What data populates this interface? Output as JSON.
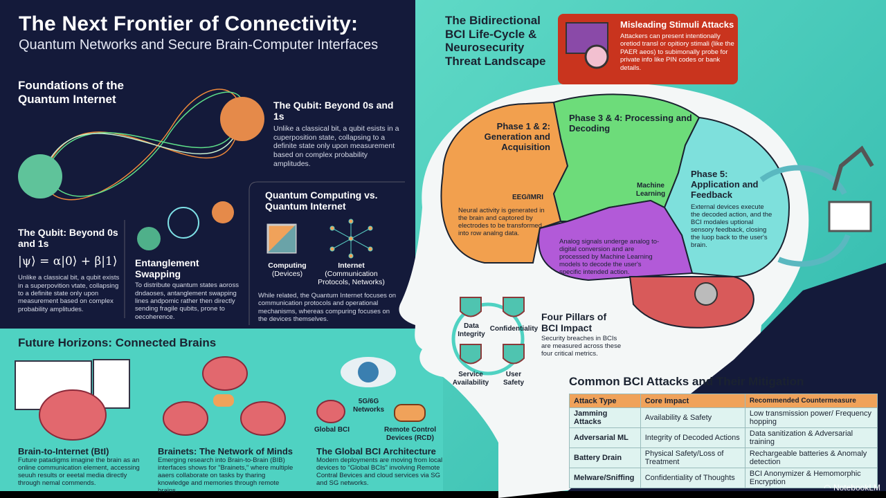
{
  "header": {
    "title": "The Next Frontier of Connectivity:",
    "subtitle": "Quantum Networks and Secure Brain-Computer Interfaces"
  },
  "foundations": {
    "title": "Foundations of the Quantum Internet"
  },
  "qubit_top": {
    "title": "The Qubit: Beyond 0s and 1s",
    "text": "Unlike a classical bit, a qubit esists in a cuperposition state, collapsing to a definite state only upon measurement based on complex probability amplitudes."
  },
  "qubit_left": {
    "title": "The Qubit: Beyond 0s and 1s",
    "formula": "|ψ⟩ = α|0⟩ + β|1⟩",
    "text": "Unlike a classical bit, a qubit exists in a superpovition vtate, collapsing to a definite state only upon measurement based on complex probability amplitudes."
  },
  "swapping": {
    "title": "Entanglement Swapping",
    "text": "To distribute quantum states aoross dndaoses, antanglement swapping lines andpomic rather then directly sending fragile qubits, prone to oecoherence."
  },
  "versus": {
    "title": "Quantum Computing vs. Quantum Internet",
    "computing_label": "Computing",
    "computing_sub": "(Devices)",
    "internet_label": "Internet",
    "internet_sub": "(Communication Protocols, Networks)",
    "text": "While related, the Quantum Internet focuses on communication protocols and operational mechanisms, whereas compuring focuses on the devices themselves."
  },
  "future": {
    "title": "Future Horizons: Connected Brains",
    "bti": {
      "title": "Brain-to-Internet (BtI)",
      "text": "Future patadigms imagine the brain as an online communication element, accessing seuuh results or eeetal media directly through nemal commends."
    },
    "brainets": {
      "title": "Brainets: The Network of Minds",
      "text": "Emerging research into Brain-to-Brain (BIB) interfaces shows for \"Brainets,\" where multiple aaers collaborate on tasks by tharing knowledge and memories through remote brains."
    },
    "global": {
      "title": "The Global BCI Architecture",
      "text": "Modern deployments are moving from local devices to \"Global BCIs\" involving Remote Contral Bevices and cloud services via SG and SG networks.",
      "network_label": "5G/6G Networks",
      "bci_label": "Global BCI",
      "rcd_label": "Remote Control Devices (RCD)"
    }
  },
  "bci": {
    "title": "The Bidirectional BCI Life-Cycle & Neurosecurity Threat Landscape"
  },
  "stimuli": {
    "title": "Misleading Stimuli Attacks",
    "text": "Attackers can present intentionally oretiod transl or opitiory stimali (like the PAER aeos) to subimonally probe for private info like PIN codes or bank details."
  },
  "phases": {
    "p12": {
      "title": "Phase 1 & 2: Generation and Acquisition",
      "device_label": "EEG/IMRI",
      "text": "Neural activity is generated in the brain and captored by electrodes to be transformed into row analng data."
    },
    "p34": {
      "title": "Phase 3 & 4: Processing and Decoding",
      "ml_label": "Machine Learning",
      "text": "Analog signals underge analog to-digital conversion and are processed by Machine Learning models to decode the user's specific intended action."
    },
    "p5": {
      "title": "Phase 5: Application and Feedback",
      "text": "External devices execute the decoded action, and the BCI modales uptional sensory feedback, closing the luop back to the user's brain."
    }
  },
  "pillars": {
    "title": "Four Pillars of BCI Impact",
    "text": "Security breaches in BCIs are measured across these four critical metrics.",
    "items": [
      "Data Integrity",
      "Confidentiality",
      "Service Availability",
      "User Safety"
    ]
  },
  "attacks": {
    "title": "Common BCI Attacks and Their Mitigation",
    "headers": [
      "Attack Type",
      "Core Impact",
      "Recommended Countermeasure"
    ],
    "rows": [
      [
        "Jamming Attacks",
        "Availability & Safety",
        "Low transmission power/ Frequency hopping"
      ],
      [
        "Adversarial ML",
        "Integrity of Decoded Actions",
        "Data sanitization & Adversarial training"
      ],
      [
        "Battery Drain",
        "Physical Safety/Loss of Treatment",
        "Rechargeable batteries & Anomaly detection"
      ],
      [
        "Melware/Sniffing",
        "Confidentiality of Thoughts",
        "BCI Anonymizer & Hemomorphic Encryption"
      ]
    ]
  },
  "watermark": "NotebookLM",
  "colors": {
    "navy": "#141a3a",
    "teal": "#4fd6c4",
    "orange": "#f2a04e",
    "green": "#6ddc7a",
    "cyan": "#7ee0dc",
    "purple": "#b25ad8",
    "red": "#c9341e"
  }
}
